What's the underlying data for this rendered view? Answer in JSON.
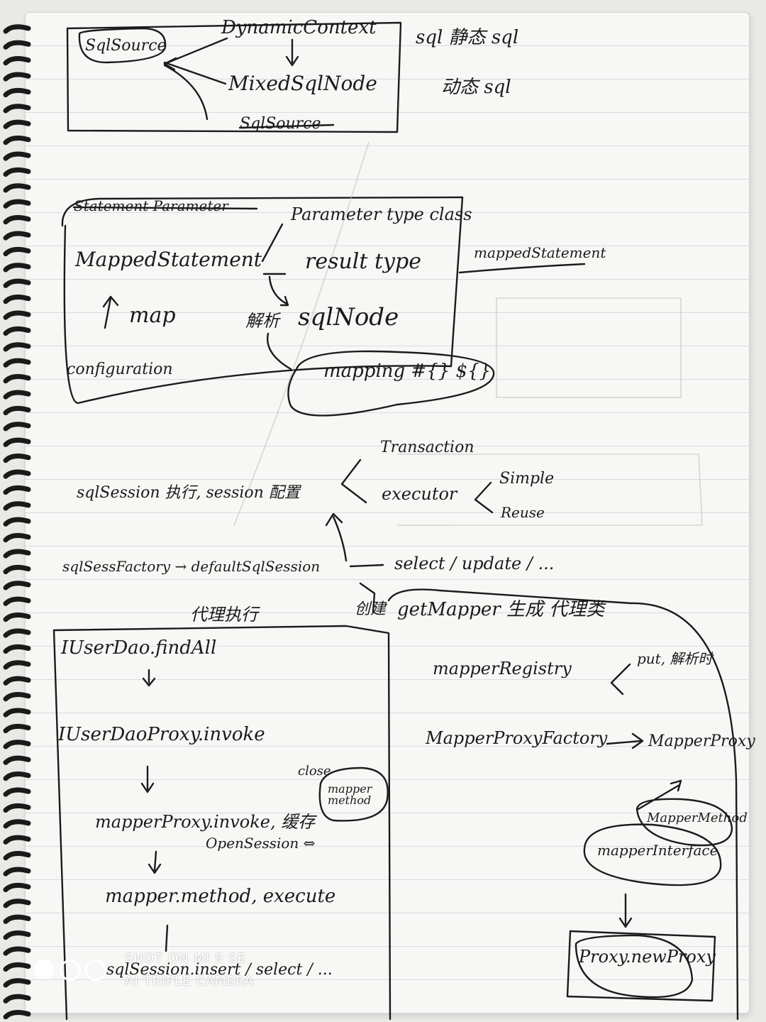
{
  "colors": {
    "ink": "#1b1b1b",
    "paper": "#f7f7f5",
    "rule_line": "#d7dbe3",
    "watermark": "#ffffff"
  },
  "sql_source": {
    "sqlsource": "SqlSource",
    "dynamic_context": "DynamicContext",
    "mixed_sql_node": "MixedSqlNode",
    "sqlsource_struck": "SqlSource",
    "static_sql": "sql 静态 sql",
    "dynamic_sql": "动态 sql"
  },
  "mapped_statement": {
    "struck_title": "Statement Parameter",
    "parameter_type": "Parameter type class",
    "mapped_statement": "MappedStatement",
    "result_type": "result type",
    "sql_node": "sqlNode",
    "sql_node_note": "解析",
    "map": "map",
    "configuration": "configuration",
    "mapping": "mapping #{} ${}",
    "side_label": "mappedStatement"
  },
  "session": {
    "transaction": "Transaction",
    "executor": "executor",
    "simple": "Simple",
    "reuse": "Reuse",
    "session_exec": "sqlSession 执行, session 配置",
    "factory_chain": "sqlSessFactory → defaultSqlSession",
    "select_update": "select / update / ...",
    "create": "创建"
  },
  "proxy_exec": {
    "title": "代理执行",
    "step1": "IUserDao.findAll",
    "step2": "IUserDaoProxy.invoke",
    "step3": "mapperProxy.invoke, 缓存",
    "step3_note": "OpenSession ⇔",
    "step3_close": "close",
    "step3_bubble": "mapper method",
    "step4": "mapper.method, execute",
    "step5": "sqlSession.insert / select / ..."
  },
  "get_mapper": {
    "title": "getMapper 生成 代理类",
    "registry": "mapperRegistry",
    "registry_note": "put, 解析时",
    "factory": "MapperProxyFactory",
    "mapper_proxy": "MapperProxy",
    "mapper_method": "MapperMethod",
    "mapper_interface": "mapperInterface",
    "proxy_new": "Proxy.newProxy"
  },
  "watermark": {
    "line1": "SHOT ON MI 9 SE",
    "line2": "AI TRIPLE CAMERA"
  }
}
